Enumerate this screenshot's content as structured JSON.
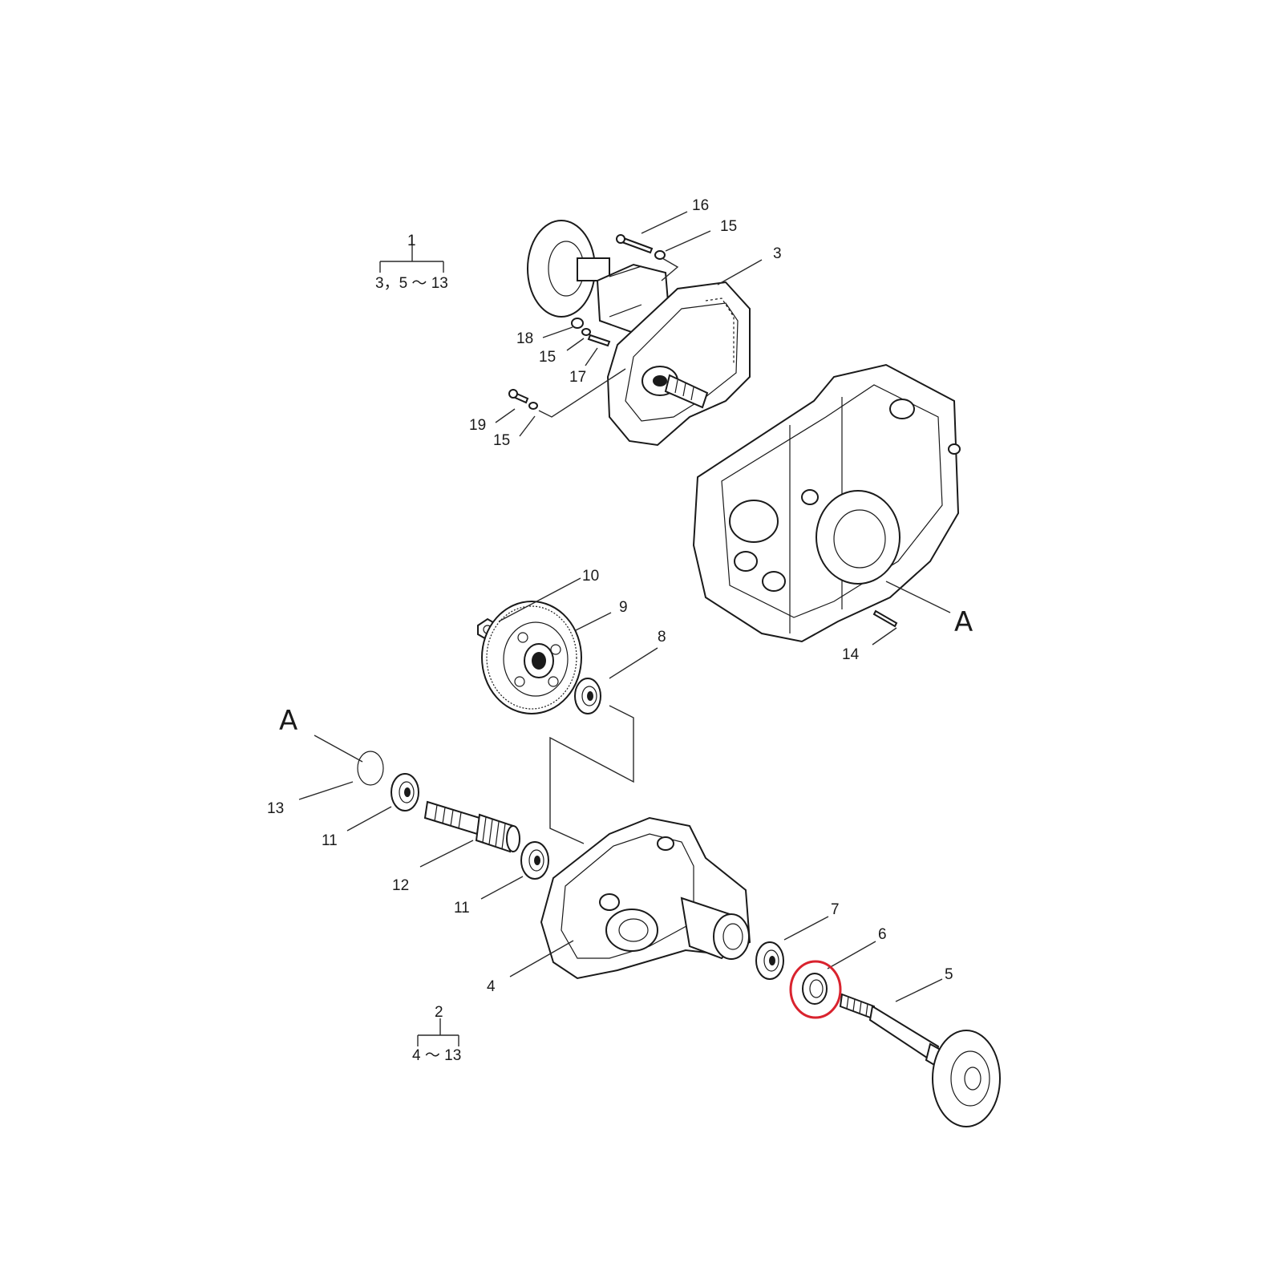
{
  "callouts": {
    "c1": "1",
    "c2": "2",
    "c3": "3",
    "c4": "4",
    "c5": "5",
    "c6": "6",
    "c7": "7",
    "c8": "8",
    "c9": "9",
    "c10": "10",
    "c11a": "11",
    "c11b": "11",
    "c12": "12",
    "c13": "13",
    "c14": "14",
    "c15a": "15",
    "c15b": "15",
    "c15c": "15",
    "c16": "16",
    "c17": "17",
    "c18": "18",
    "c19": "19"
  },
  "groups": {
    "g1_range": "3，5 ～ 13",
    "g2_range": "4 ～ 13"
  },
  "views": {
    "a_top": "A",
    "a_left": "A"
  },
  "highlight": {
    "color": "#d9232e",
    "part": "6"
  }
}
